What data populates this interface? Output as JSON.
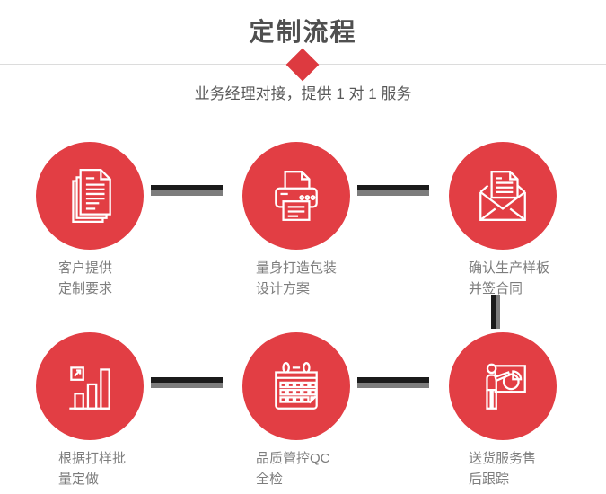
{
  "header": {
    "title": "定制流程",
    "subtitle": "业务经理对接，提供 1 对 1 服务"
  },
  "colors": {
    "accent_red": "#e23e44",
    "diamond_red": "#dd3a40",
    "title_gray": "#4f4f4f",
    "subtitle_gray": "#595959",
    "label_gray": "#7d7d7d",
    "divider_gray": "#dcdcdc",
    "connector_dark": "#1b1b1b",
    "connector_gray": "#7d7d7d",
    "background": "#ffffff"
  },
  "steps": [
    {
      "icon": "documents-icon",
      "line1": "客户提供",
      "line2": "定制要求"
    },
    {
      "icon": "printer-icon",
      "line1": "量身打造包装",
      "line2": "设计方案"
    },
    {
      "icon": "envelope-icon",
      "line1": "确认生产样板",
      "line2": "并签合同"
    },
    {
      "icon": "bar-chart-icon",
      "line1": "根据打样批",
      "line2": "量定做"
    },
    {
      "icon": "calendar-icon",
      "line1": "品质管控QC",
      "line2": "全检"
    },
    {
      "icon": "presentation-icon",
      "line1": "送货服务售",
      "line2": "后跟踪"
    }
  ]
}
